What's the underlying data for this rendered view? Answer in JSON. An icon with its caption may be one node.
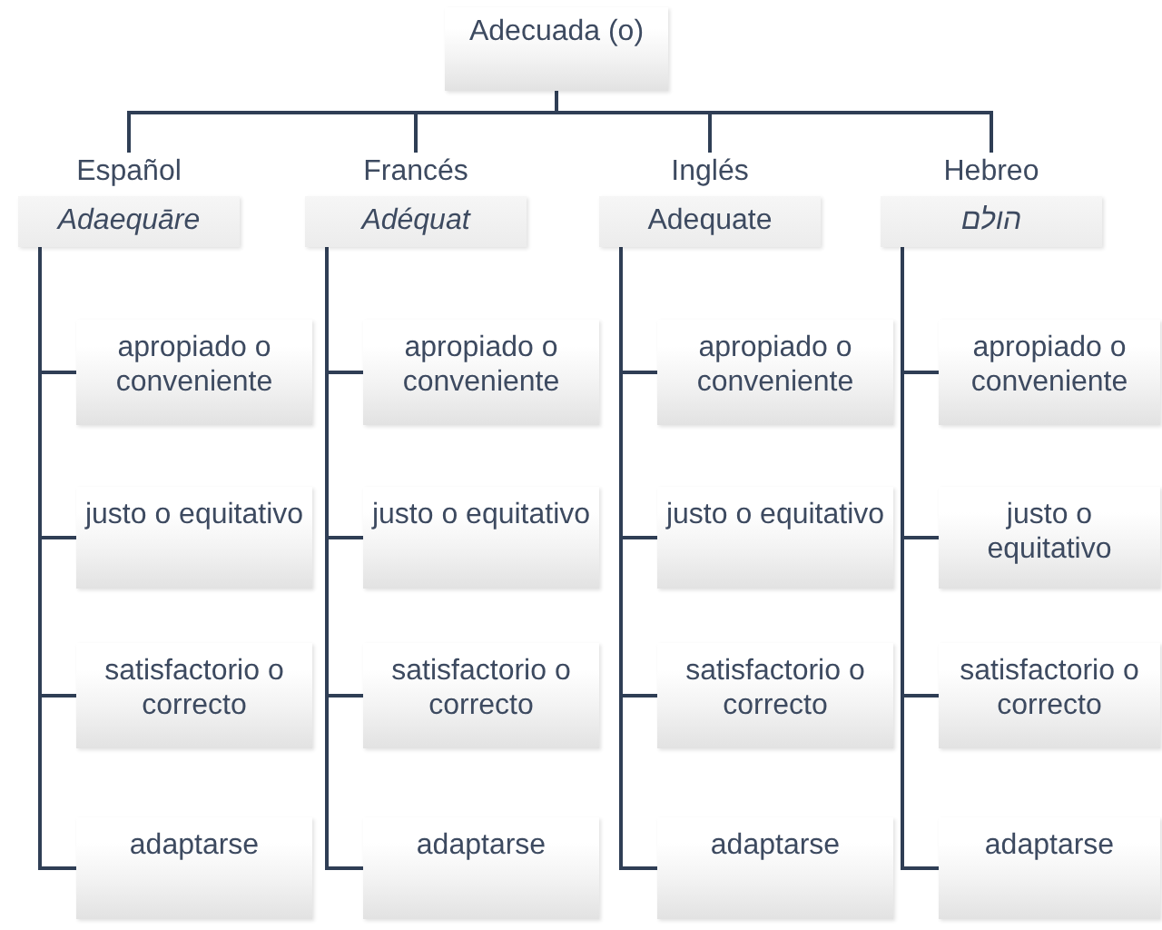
{
  "diagram": {
    "nodes": [
      {
        "text": [
          "Adecuada (o)"
        ]
      },
      {
        "text": [
          "Español",
          "Adaequāre"
        ]
      },
      {
        "text": [
          "Francés",
          "Adéquat"
        ]
      },
      {
        "text": [
          "Inglés",
          "Adequate"
        ]
      },
      {
        "text": [
          "Hebreo",
          "הולם"
        ]
      },
      {
        "text": [
          "apropiado o conveniente"
        ]
      },
      {
        "text": [
          "justo o equitativo"
        ]
      },
      {
        "text": [
          "satisfactorio o correcto"
        ]
      },
      {
        "text": [
          "adaptarse"
        ]
      },
      {
        "text": [
          "apropiado o conveniente"
        ]
      },
      {
        "text": [
          "justo o equitativo"
        ]
      },
      {
        "text": [
          "satisfactorio o correcto"
        ]
      },
      {
        "text": [
          "adaptarse"
        ]
      },
      {
        "text": [
          "apropiado o conveniente"
        ]
      },
      {
        "text": [
          "justo o equitativo"
        ]
      },
      {
        "text": [
          "satisfactorio o correcto"
        ]
      },
      {
        "text": [
          "adaptarse"
        ]
      },
      {
        "text": [
          "apropiado o conveniente"
        ]
      },
      {
        "text": [
          "justo o equitativo"
        ]
      },
      {
        "text": [
          "satisfactorio o correcto"
        ]
      },
      {
        "text": [
          "adaptarse"
        ]
      }
    ],
    "edges": [
      {
        "from": 0,
        "to": 1,
        "arrow": "none"
      },
      {
        "from": 0,
        "to": 2,
        "arrow": "none"
      },
      {
        "from": 0,
        "to": 3,
        "arrow": "none"
      },
      {
        "from": 0,
        "to": 4,
        "arrow": "none"
      },
      {
        "from": 1,
        "to": 5,
        "arrow": "none"
      },
      {
        "from": 1,
        "to": 6,
        "arrow": "none"
      },
      {
        "from": 1,
        "to": 7,
        "arrow": "none"
      },
      {
        "from": 1,
        "to": 8,
        "arrow": "none"
      },
      {
        "from": 2,
        "to": 9,
        "arrow": "none"
      },
      {
        "from": 2,
        "to": 10,
        "arrow": "none"
      },
      {
        "from": 2,
        "to": 11,
        "arrow": "none"
      },
      {
        "from": 2,
        "to": 12,
        "arrow": "none"
      },
      {
        "from": 3,
        "to": 13,
        "arrow": "none"
      },
      {
        "from": 3,
        "to": 14,
        "arrow": "none"
      },
      {
        "from": 3,
        "to": 15,
        "arrow": "none"
      },
      {
        "from": 3,
        "to": 16,
        "arrow": "none"
      },
      {
        "from": 4,
        "to": 17,
        "arrow": "none"
      },
      {
        "from": 4,
        "to": 18,
        "arrow": "none"
      },
      {
        "from": 4,
        "to": 19,
        "arrow": "none"
      },
      {
        "from": 4,
        "to": 20,
        "arrow": "none"
      }
    ]
  }
}
